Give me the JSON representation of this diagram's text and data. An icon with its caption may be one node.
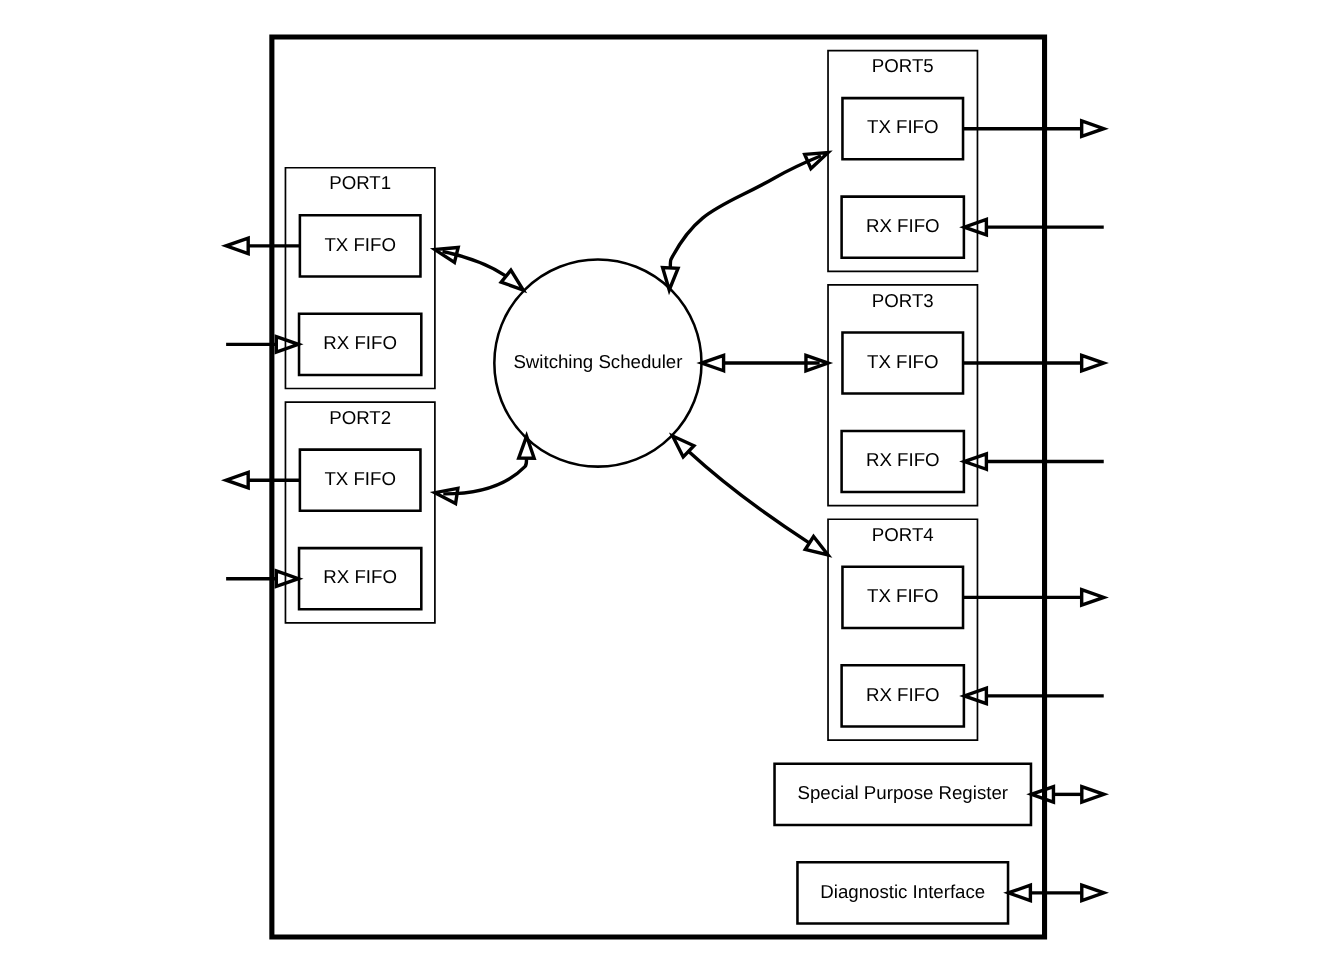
{
  "diagram": {
    "nodes": [
      {
        "text": [],
        "shape": "box"
      },
      {
        "text": [
          "PORT1"
        ],
        "in": 0
      },
      {
        "text": [
          "TX FIFO"
        ],
        "in": 1
      },
      {
        "text": [
          "RX FIFO"
        ],
        "in": 1
      },
      {
        "text": [
          "PORT5"
        ],
        "in": 0
      },
      {
        "text": [
          "TX FIFO"
        ],
        "in": 4
      },
      {
        "text": [
          "RX FIFO"
        ],
        "in": 4
      },
      {
        "text": [
          "Switching Scheduler"
        ],
        "in": 0
      },
      {
        "text": [
          "PORT2"
        ],
        "in": 0
      },
      {
        "text": [
          "TX FIFO"
        ],
        "in": 8
      },
      {
        "text": [
          "RX FIFO"
        ],
        "in": 8
      },
      {
        "text": [
          "PORT4"
        ],
        "in": 0
      },
      {
        "text": [
          "TX FIFO"
        ],
        "in": 11
      },
      {
        "text": [
          "RX FIFO"
        ],
        "in": 11
      },
      {
        "text": [
          "PORT3"
        ],
        "in": 0
      },
      {
        "text": [
          "TX FIFO"
        ],
        "in": 14
      },
      {
        "text": [
          "RX FIFO"
        ],
        "in": 14
      },
      {
        "text": [
          "Special Purpose Register"
        ],
        "in": 0
      },
      {
        "text": [
          "Diagnostic Interface"
        ],
        "in": 0
      }
    ],
    "edges": [
      {
        "from": 1,
        "to": 7,
        "arrow": "both"
      },
      {
        "from": 7,
        "to": 4,
        "arrow": "both"
      },
      {
        "from": 8,
        "to": 7,
        "arrow": "both"
      },
      {
        "from": 7,
        "to": 11,
        "arrow": "both"
      },
      {
        "from": 7,
        "to": 14,
        "arrow": "both"
      },
      {
        "from": 2,
        "to": null,
        "arrow": "to"
      },
      {
        "from": null,
        "to": 3,
        "arrow": "to"
      },
      {
        "from": 5,
        "to": null,
        "arrow": "to"
      },
      {
        "from": null,
        "to": 6,
        "arrow": "to"
      },
      {
        "from": 9,
        "to": null,
        "arrow": "to"
      },
      {
        "from": null,
        "to": 10,
        "arrow": "to"
      },
      {
        "from": 12,
        "to": null,
        "arrow": "to"
      },
      {
        "from": null,
        "to": 13,
        "arrow": "to"
      },
      {
        "from": 15,
        "to": null,
        "arrow": "to"
      },
      {
        "from": null,
        "to": 16,
        "arrow": "to"
      },
      {
        "from": 17,
        "to": null,
        "arrow": "both"
      },
      {
        "from": 18,
        "to": null,
        "arrow": "both"
      }
    ]
  }
}
